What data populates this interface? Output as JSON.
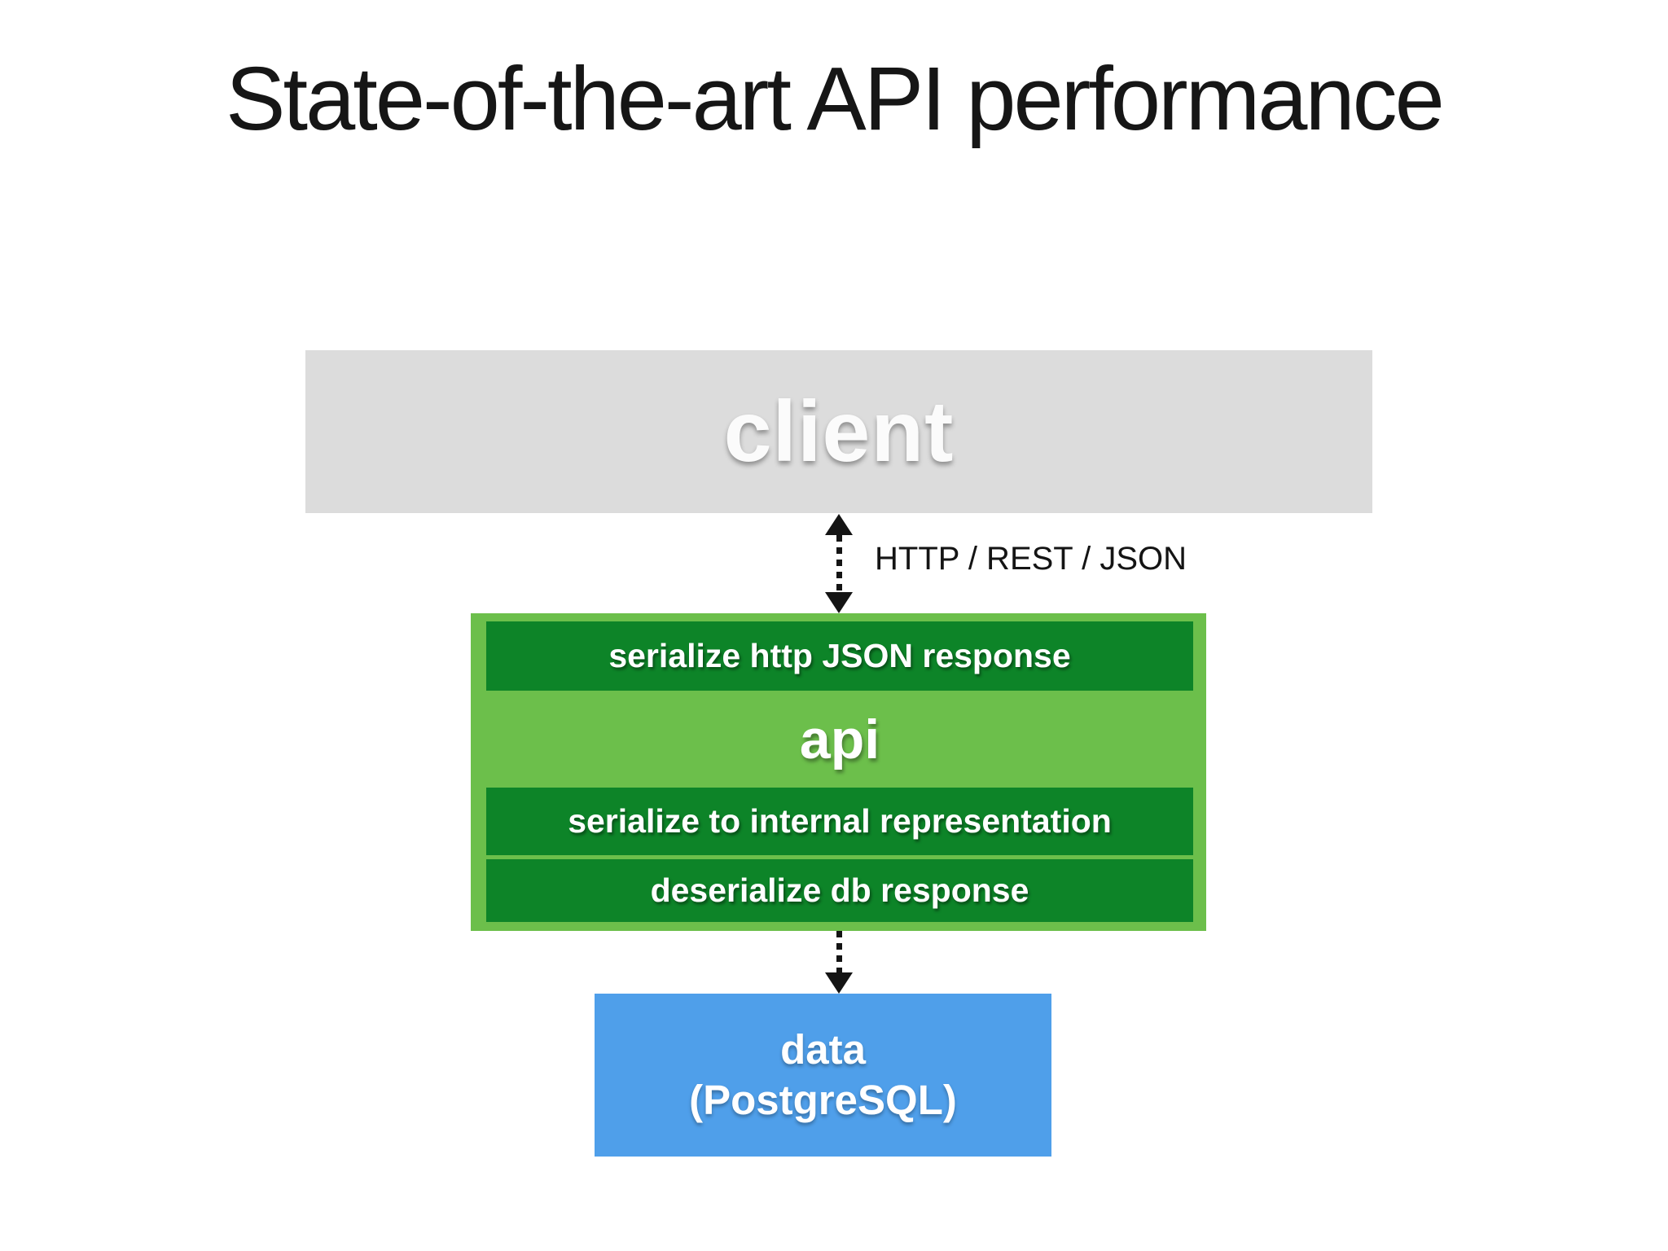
{
  "slide": {
    "title": "State-of-the-art API performance"
  },
  "colors": {
    "client_bg": "#dcdcdc",
    "api_bg": "#6cbf4b",
    "api_layer_bg": "#0d8428",
    "data_bg": "#4f9fea",
    "text_dark": "#141414",
    "text_light": "#ffffff"
  },
  "diagram": {
    "client": {
      "label": "client"
    },
    "client_api_link": {
      "label": "HTTP / REST / JSON",
      "style": "dotted",
      "arrowheads": "both"
    },
    "api": {
      "label": "api",
      "top_layers": [
        "serialize http JSON response"
      ],
      "bottom_layers": [
        "serialize to internal representation",
        "deserialize db response"
      ]
    },
    "api_data_link": {
      "style": "dotted",
      "arrowheads": "down"
    },
    "data": {
      "label": "data",
      "sublabel": "(PostgreSQL)"
    }
  }
}
